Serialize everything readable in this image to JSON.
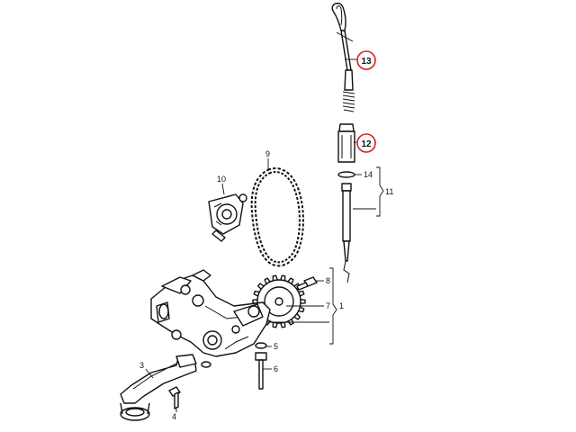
{
  "callouts": {
    "c1": "1",
    "c3": "3",
    "c4": "4",
    "c5": "5",
    "c6": "6",
    "c7": "7",
    "c8": "8",
    "c9": "9",
    "c10": "10",
    "c11": "11",
    "c12": "12",
    "c13": "13",
    "c14": "14"
  },
  "colors": {
    "highlight_circle": "#d62020",
    "line": "#111111",
    "background": "#ffffff"
  }
}
